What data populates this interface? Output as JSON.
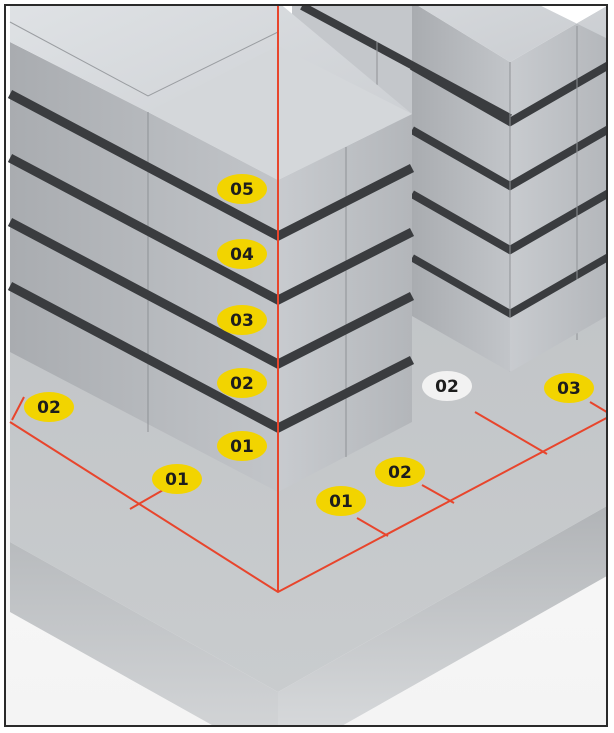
{
  "colors": {
    "marker_fill": "#f2d400",
    "marker_highlight_fill": "#f2f2f2",
    "marker_text": "#1d1d1d",
    "guide_line": "#e8452c",
    "block_top": "#d7dadd",
    "block_left": "#b9bcc0",
    "block_right": "#cfd2d5",
    "joint": "#3a3c3f",
    "ground": "#c6c9cc",
    "frame_border": "#2a2a2a"
  },
  "tower_levels": [
    "01",
    "02",
    "03",
    "04",
    "05"
  ],
  "ground_markers": {
    "left_axis": [
      "01",
      "02"
    ],
    "right_axis": [
      "01",
      "02"
    ],
    "far_axis": [
      "02",
      "03"
    ]
  }
}
